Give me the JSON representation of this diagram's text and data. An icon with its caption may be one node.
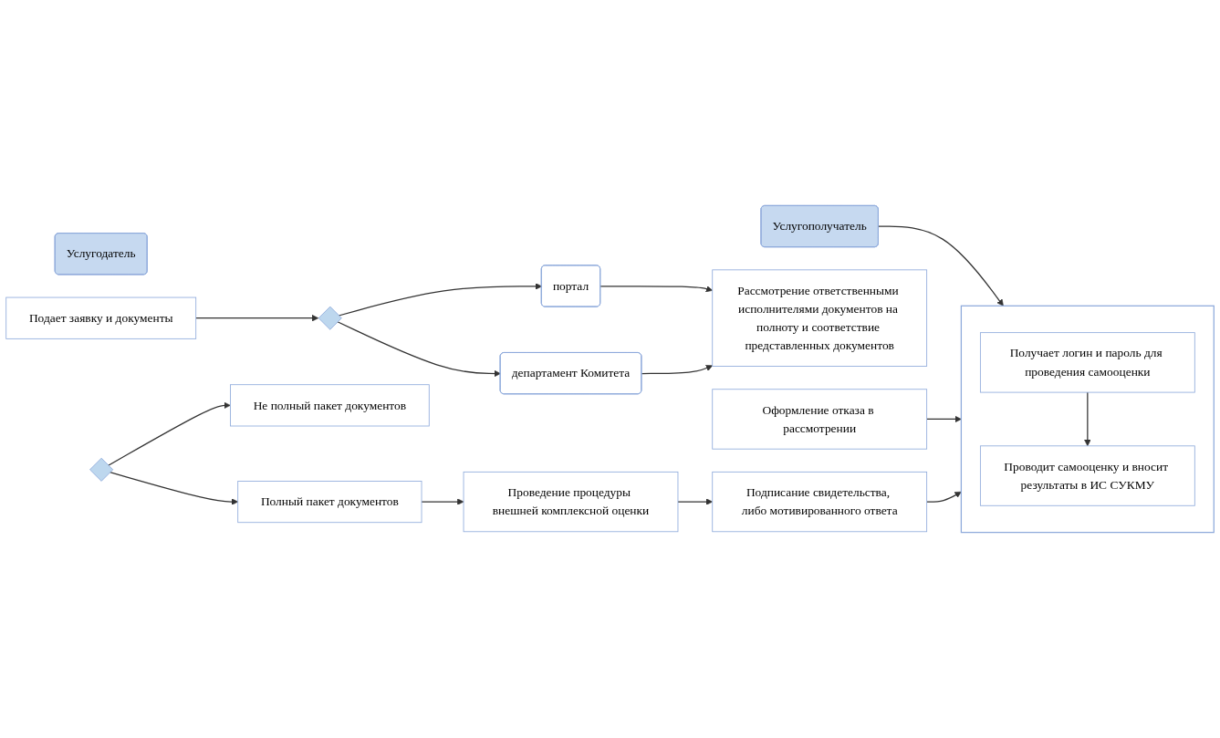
{
  "diagram": {
    "nodes": [
      {
        "text": [
          "Услугополучатель"
        ]
      },
      {
        "text": [],
        "shape": "box"
      },
      {
        "text": [
          "Получает логин и пароль для проведения самооценки"
        ],
        "in": 1
      },
      {
        "text": [
          "Проводит самооценку и вносит результаты в ИС СУКМУ"
        ],
        "in": 1
      },
      {
        "text": [
          "Услугодатель"
        ]
      },
      {
        "text": [
          "Подает заявку и документы"
        ]
      },
      {
        "text": [
          "портал"
        ]
      },
      {
        "text": [],
        "shape": "diamond"
      },
      {
        "text": [
          "департамент Комитета"
        ]
      },
      {
        "text": [
          "Рассмотрение ответственными исполнителями документов на полноту и соответствие представленных документов"
        ]
      },
      {
        "text": [
          "Проведение процедуры внешней комплексной оценки"
        ]
      },
      {
        "text": [],
        "shape": "diamond"
      },
      {
        "text": [
          "Оформление отказа в рассмотрении"
        ]
      },
      {
        "text": [
          "Не полный пакет документов"
        ]
      },
      {
        "text": [
          "Полный пакет документов"
        ]
      },
      {
        "text": [
          "Подписание свидетельства, либо мотивированного ответа"
        ]
      }
    ],
    "edges": [
      {
        "from": 0,
        "to": 1,
        "arrow": "to"
      },
      {
        "from": 2,
        "to": 3,
        "arrow": "to"
      },
      {
        "from": 5,
        "to": 7,
        "arrow": "to"
      },
      {
        "from": 7,
        "to": 6,
        "arrow": "to"
      },
      {
        "from": 7,
        "to": 8,
        "arrow": "to"
      },
      {
        "from": 6,
        "to": 9,
        "arrow": "to"
      },
      {
        "from": 8,
        "to": 9,
        "arrow": "to"
      },
      {
        "from": 11,
        "to": 13,
        "arrow": "to"
      },
      {
        "from": 11,
        "to": 14,
        "arrow": "to"
      },
      {
        "from": 14,
        "to": 10,
        "arrow": "to"
      },
      {
        "from": 10,
        "to": 15,
        "arrow": "to"
      },
      {
        "from": 12,
        "to": 1,
        "arrow": "to"
      },
      {
        "from": 15,
        "to": 1,
        "arrow": "to"
      }
    ]
  }
}
